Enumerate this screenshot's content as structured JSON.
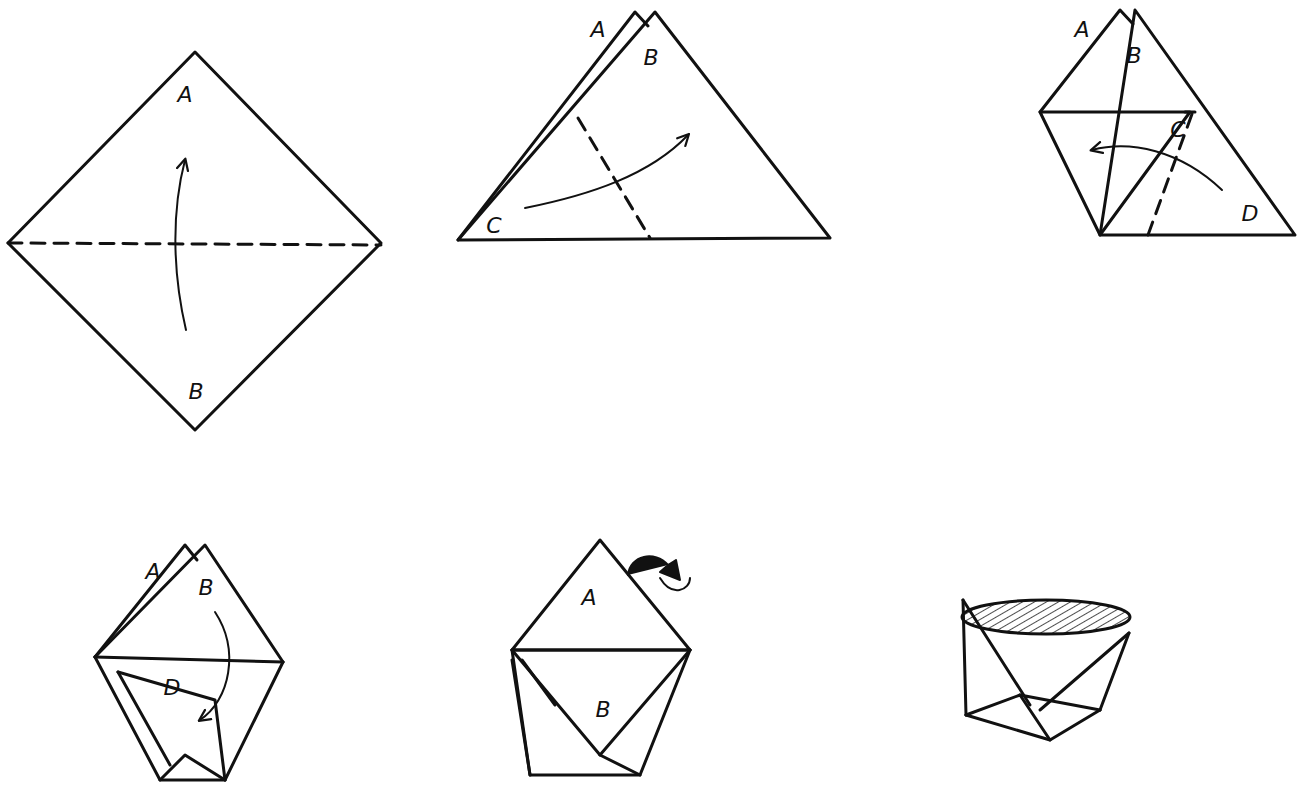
{
  "diagram": {
    "labels": [
      "A",
      "B",
      "A",
      "B",
      "C",
      "A",
      "B",
      "C",
      "D",
      "A",
      "B",
      "D",
      "A",
      "B"
    ]
  }
}
